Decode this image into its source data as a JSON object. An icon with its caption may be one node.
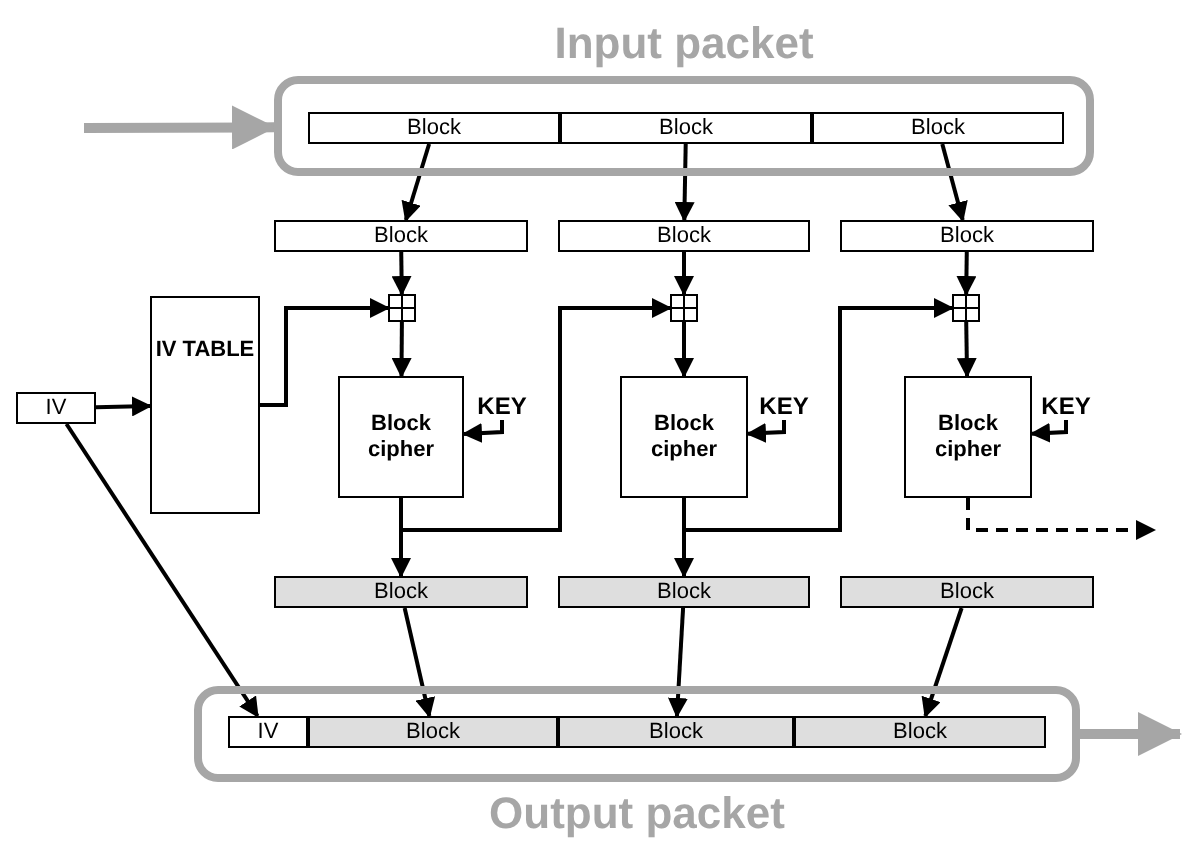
{
  "diagram": {
    "nodes": [
      {
        "text": [
          "Input packet"
        ]
      },
      {
        "text": [
          "Block"
        ],
        "in": 0
      },
      {
        "text": [
          "Block"
        ],
        "in": 0
      },
      {
        "text": [
          "Block"
        ],
        "in": 0
      },
      {
        "text": [
          "Block"
        ]
      },
      {
        "text": [
          "Block"
        ]
      },
      {
        "text": [
          "Block"
        ]
      },
      {
        "text": [],
        "shape": "box"
      },
      {
        "text": [],
        "shape": "box"
      },
      {
        "text": [],
        "shape": "box"
      },
      {
        "text": [
          "Block cipher"
        ]
      },
      {
        "text": [
          "Block cipher"
        ]
      },
      {
        "text": [
          "Block cipher"
        ]
      },
      {
        "text": [
          "KEY"
        ]
      },
      {
        "text": [
          "KEY"
        ]
      },
      {
        "text": [
          "KEY"
        ]
      },
      {
        "text": [
          "IV"
        ]
      },
      {
        "text": [
          "IV TABLE"
        ]
      },
      {
        "text": [
          "Block"
        ]
      },
      {
        "text": [
          "Block"
        ]
      },
      {
        "text": [
          "Block"
        ]
      },
      {
        "text": [
          "Output packet"
        ]
      },
      {
        "text": [
          "IV"
        ],
        "in": 21
      },
      {
        "text": [
          "Block"
        ],
        "in": 21
      },
      {
        "text": [
          "Block"
        ],
        "in": 21
      },
      {
        "text": [
          "Block"
        ],
        "in": 21
      }
    ],
    "edges": [
      {
        "from": null,
        "to": 0,
        "arrow": "to",
        "style": "thick",
        "color": "#a6a6a6"
      },
      {
        "from": 1,
        "to": 4,
        "arrow": "to"
      },
      {
        "from": 2,
        "to": 5,
        "arrow": "to"
      },
      {
        "from": 3,
        "to": 6,
        "arrow": "to"
      },
      {
        "from": 4,
        "to": 7,
        "arrow": "to"
      },
      {
        "from": 5,
        "to": 8,
        "arrow": "to"
      },
      {
        "from": 6,
        "to": 9,
        "arrow": "to"
      },
      {
        "from": 7,
        "to": 10,
        "arrow": "to"
      },
      {
        "from": 8,
        "to": 11,
        "arrow": "to"
      },
      {
        "from": 9,
        "to": 12,
        "arrow": "to"
      },
      {
        "from": 13,
        "to": 10,
        "arrow": "to"
      },
      {
        "from": 14,
        "to": 11,
        "arrow": "to"
      },
      {
        "from": 15,
        "to": 12,
        "arrow": "to"
      },
      {
        "from": 16,
        "to": 17,
        "arrow": "to"
      },
      {
        "from": 17,
        "to": 7,
        "arrow": "to"
      },
      {
        "from": 10,
        "to": 18,
        "arrow": "to"
      },
      {
        "from": 10,
        "to": 8,
        "arrow": "to"
      },
      {
        "from": 11,
        "to": 19,
        "arrow": "to"
      },
      {
        "from": 11,
        "to": 9,
        "arrow": "to"
      },
      {
        "from": 12,
        "to": null,
        "arrow": "to",
        "style": "dashed"
      },
      {
        "from": 16,
        "to": 22,
        "arrow": "to"
      },
      {
        "from": 18,
        "to": 23,
        "arrow": "to"
      },
      {
        "from": 19,
        "to": 24,
        "arrow": "to"
      },
      {
        "from": 20,
        "to": 25,
        "arrow": "to"
      },
      {
        "from": 21,
        "to": null,
        "arrow": "to",
        "style": "thick",
        "color": "#a6a6a6"
      }
    ]
  }
}
